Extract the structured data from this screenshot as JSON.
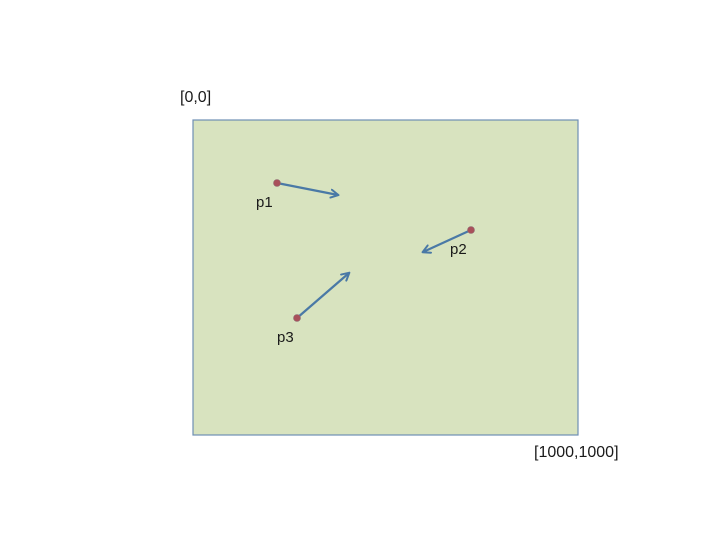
{
  "diagram": {
    "corner_labels": {
      "origin": "[0,0]",
      "extent": "[1000,1000]"
    },
    "points": [
      {
        "id": "p1",
        "label": "p1"
      },
      {
        "id": "p2",
        "label": "p2"
      },
      {
        "id": "p3",
        "label": "p3"
      }
    ],
    "colors": {
      "field_fill": "#d8e3bf",
      "field_border": "#6e8fb5",
      "vector": "#4a79a6",
      "point": "#a9505a"
    }
  }
}
